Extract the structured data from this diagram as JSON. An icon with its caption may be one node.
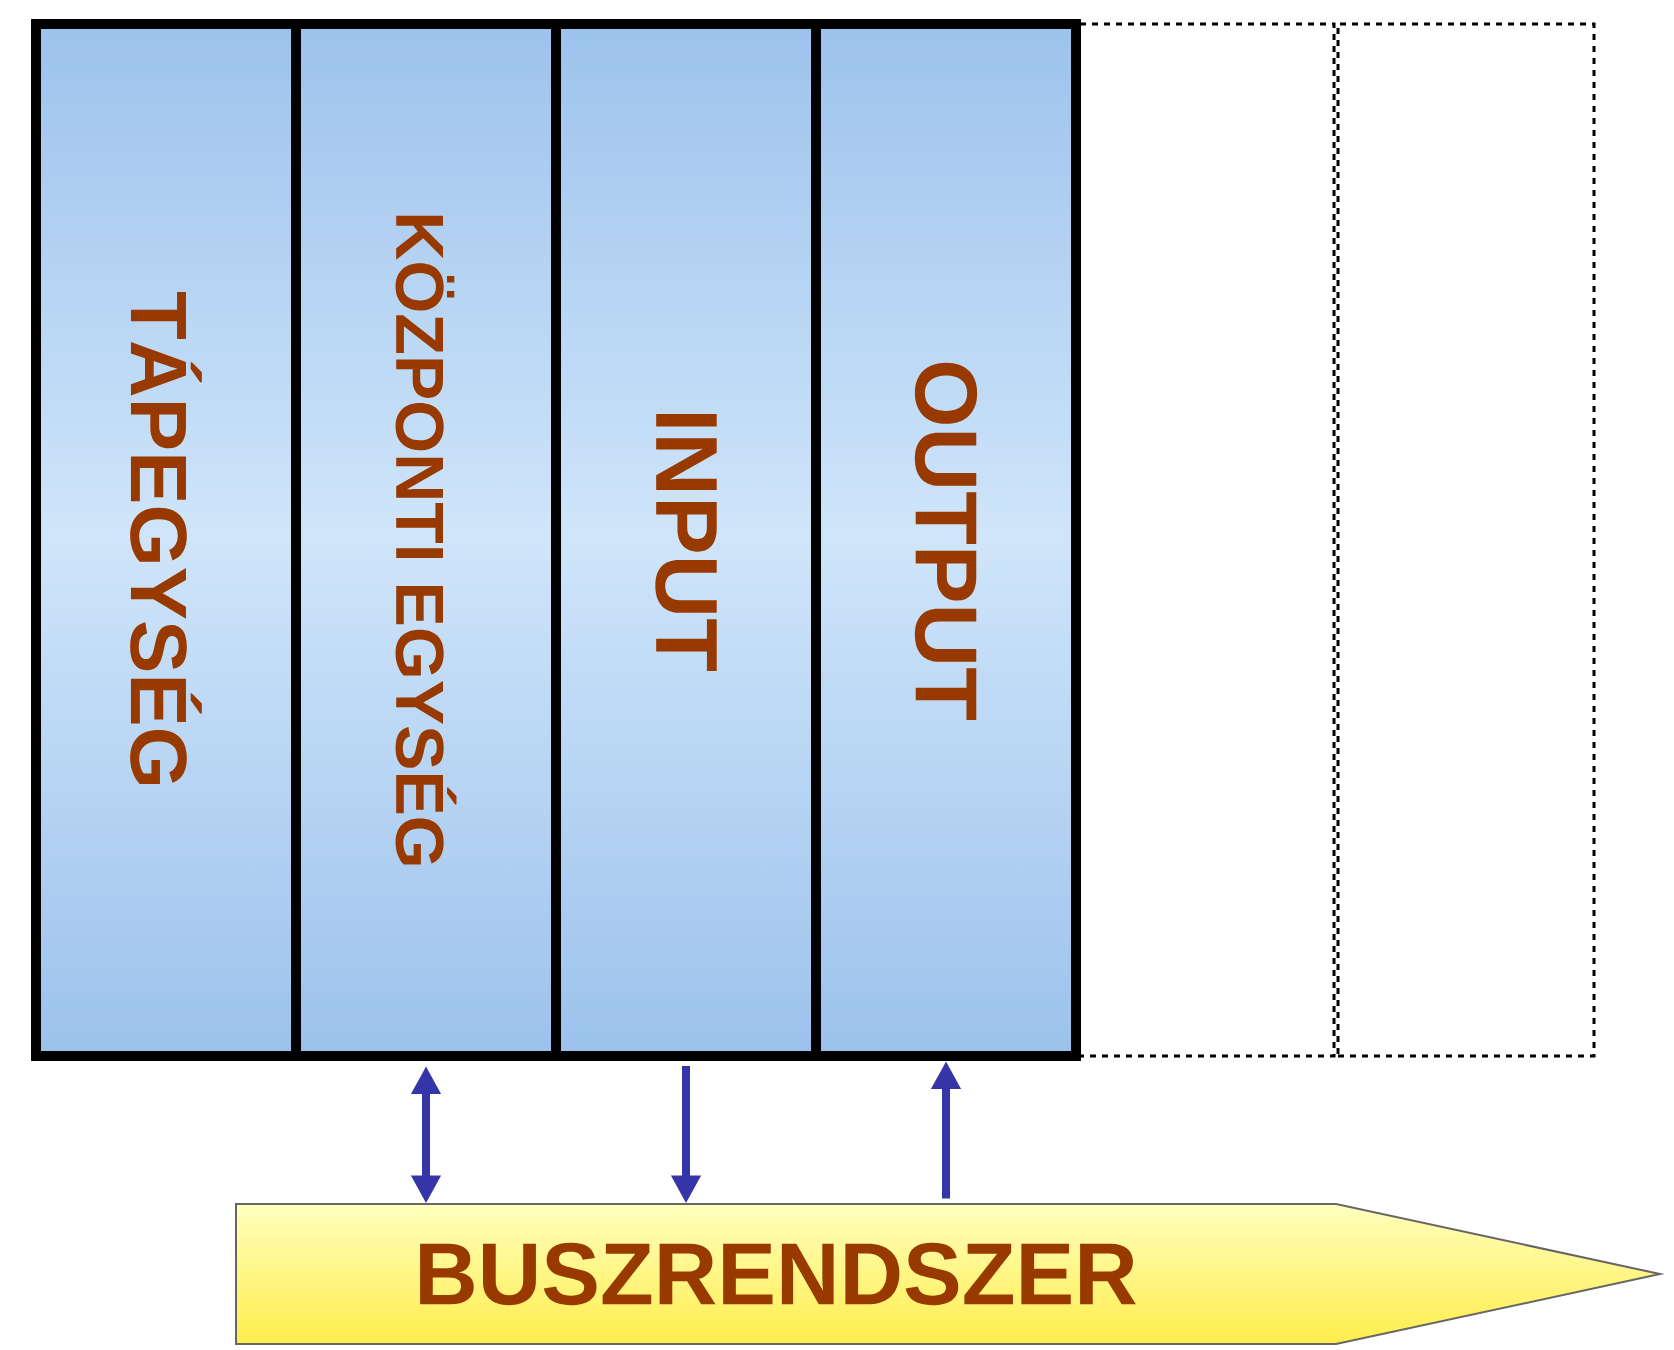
{
  "diagram": {
    "nodes": [
      {
        "text": [
          "TÁPEGYSÉG"
        ]
      },
      {
        "text": [
          "KÖZPONTI EGYSÉG"
        ]
      },
      {
        "text": [
          "INPUT"
        ]
      },
      {
        "text": [
          "OUTPUT"
        ]
      },
      {
        "text": [],
        "shape": "box"
      },
      {
        "text": [],
        "shape": "box"
      },
      {
        "text": [
          "BUSZRENDSZER"
        ]
      }
    ],
    "edges": [
      {
        "from": 1,
        "to": 6,
        "arrow": "both"
      },
      {
        "from": 2,
        "to": 6,
        "arrow": "to"
      },
      {
        "from": 6,
        "to": 3,
        "arrow": "to"
      }
    ]
  }
}
